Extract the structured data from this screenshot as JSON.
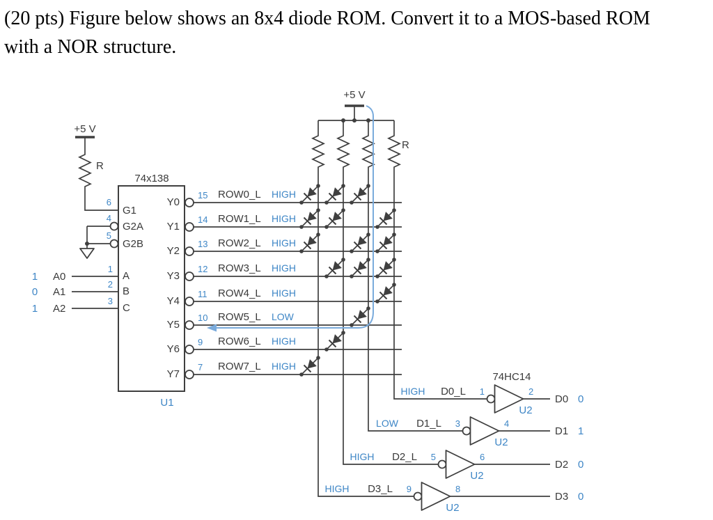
{
  "title": {
    "line1": "(20 pts) Figure below shows an 8x4 diode ROM. Convert it to a MOS-based ROM",
    "line2": "with a NOR structure."
  },
  "colors": {
    "wire": "#3f3f3f",
    "text_dark": "#3a3a3a",
    "annotation_blue": "#3e86c6",
    "highlight_blue": "#7aabdc"
  },
  "power": {
    "left_supply": "+5 V",
    "left_resistor": "R",
    "top_supply": "+5 V",
    "top_resistor": "R"
  },
  "decoder": {
    "part_number": "74x138",
    "designator": "U1",
    "enables": [
      {
        "pin": "6",
        "port": "G1",
        "bubble": false
      },
      {
        "pin": "4",
        "port": "G2A",
        "bubble": true
      },
      {
        "pin": "5",
        "port": "G2B",
        "bubble": true
      }
    ],
    "address_inputs": [
      {
        "value": "1",
        "signal": "A0",
        "pin": "1",
        "port": "A"
      },
      {
        "value": "0",
        "signal": "A1",
        "pin": "2",
        "port": "B"
      },
      {
        "value": "1",
        "signal": "A2",
        "pin": "3",
        "port": "C"
      }
    ],
    "outputs": [
      {
        "port": "Y0",
        "pin": "15",
        "signal": "ROW0_L",
        "level": "HIGH"
      },
      {
        "port": "Y1",
        "pin": "14",
        "signal": "ROW1_L",
        "level": "HIGH"
      },
      {
        "port": "Y2",
        "pin": "13",
        "signal": "ROW2_L",
        "level": "HIGH"
      },
      {
        "port": "Y3",
        "pin": "12",
        "signal": "ROW3_L",
        "level": "HIGH"
      },
      {
        "port": "Y4",
        "pin": "11",
        "signal": "ROW4_L",
        "level": "HIGH"
      },
      {
        "port": "Y5",
        "pin": "10",
        "signal": "ROW5_L",
        "level": "LOW"
      },
      {
        "port": "Y6",
        "pin": "9",
        "signal": "ROW6_L",
        "level": "HIGH"
      },
      {
        "port": "Y7",
        "pin": "7",
        "signal": "ROW7_L",
        "level": "HIGH"
      }
    ]
  },
  "matrix": {
    "rows": 8,
    "columns": 4,
    "column_output_signals": [
      "D3_L",
      "D2_L",
      "D1_L",
      "D0_L"
    ],
    "diodes_by_row": [
      [
        1,
        2,
        3
      ],
      [
        1,
        2,
        4
      ],
      [
        1,
        3,
        4
      ],
      [
        2,
        3,
        4
      ],
      [
        4
      ],
      [
        3
      ],
      [
        2
      ],
      [
        1
      ]
    ],
    "highlighted_row": "ROW5_L"
  },
  "output_buffers": {
    "part_number": "74HC14",
    "gates": [
      {
        "level": "HIGH",
        "signal": "D0_L",
        "input_pin": "1",
        "output_pin": "2",
        "designator": "U2",
        "output_signal": "D0",
        "output_value": "0"
      },
      {
        "level": "LOW",
        "signal": "D1_L",
        "input_pin": "3",
        "output_pin": "4",
        "designator": "U2",
        "output_signal": "D1",
        "output_value": "1"
      },
      {
        "level": "HIGH",
        "signal": "D2_L",
        "input_pin": "5",
        "output_pin": "6",
        "designator": "U2",
        "output_signal": "D2",
        "output_value": "0"
      },
      {
        "level": "HIGH",
        "signal": "D3_L",
        "input_pin": "9",
        "output_pin": "8",
        "designator": "U2",
        "output_signal": "D3",
        "output_value": "0"
      }
    ]
  }
}
